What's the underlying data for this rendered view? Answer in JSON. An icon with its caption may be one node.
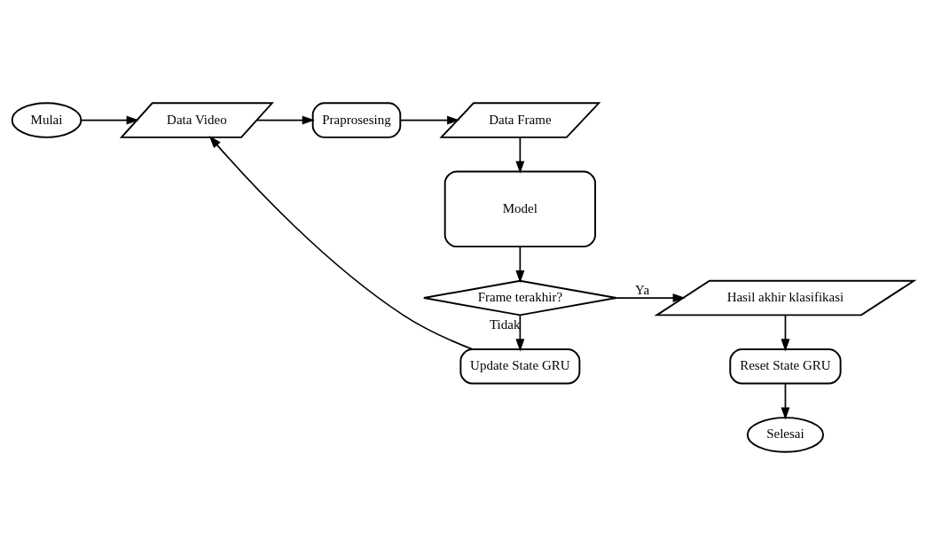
{
  "diagram": {
    "nodes": [
      {
        "text": [
          "Mulai"
        ]
      },
      {
        "text": [
          "Data Video"
        ]
      },
      {
        "text": [
          "Praprosesing"
        ]
      },
      {
        "text": [
          "Data Frame"
        ]
      },
      {
        "text": [
          "Model"
        ]
      },
      {
        "text": [
          "Frame terakhir?"
        ]
      },
      {
        "text": [
          "Hasil akhir klasifikasi"
        ]
      },
      {
        "text": [
          "Update State GRU"
        ]
      },
      {
        "text": [
          "Reset State GRU"
        ]
      },
      {
        "text": [
          "Selesai"
        ]
      }
    ],
    "edges": [
      {
        "from": 0,
        "to": 1,
        "arrow": "to"
      },
      {
        "from": 1,
        "to": 2,
        "arrow": "to"
      },
      {
        "from": 2,
        "to": 3,
        "arrow": "to"
      },
      {
        "from": 3,
        "to": 4,
        "arrow": "to"
      },
      {
        "from": 4,
        "to": 5,
        "arrow": "to"
      },
      {
        "from": 5,
        "to": 6,
        "arrow": "to",
        "label": "Ya"
      },
      {
        "from": 5,
        "to": 7,
        "arrow": "to",
        "label": "Tidak"
      },
      {
        "from": 7,
        "to": 1,
        "arrow": "to"
      },
      {
        "from": 6,
        "to": 8,
        "arrow": "to"
      },
      {
        "from": 8,
        "to": 9,
        "arrow": "to"
      }
    ]
  }
}
